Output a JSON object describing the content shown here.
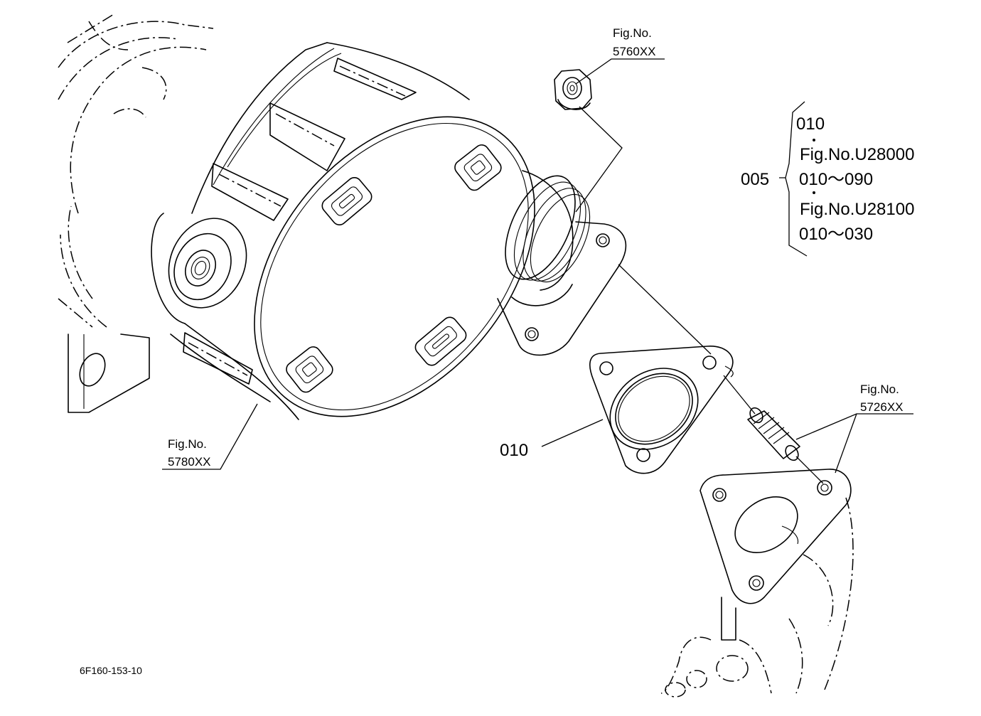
{
  "diagram": {
    "callouts": {
      "dpf_ref": {
        "line1": "Fig.No.",
        "line2": "5780XX"
      },
      "nut_ref": {
        "line1": "Fig.No.",
        "line2": "5760XX"
      },
      "stud_ref": {
        "line1": "Fig.No.",
        "line2": "5726XX"
      },
      "gasket_part": "010"
    },
    "assembly": {
      "part": "005",
      "lines": [
        "010",
        "Fig.No.U28000",
        "010～090",
        "Fig.No.U28100",
        "010～030"
      ]
    },
    "drawing_id": "6F160-153-10"
  }
}
